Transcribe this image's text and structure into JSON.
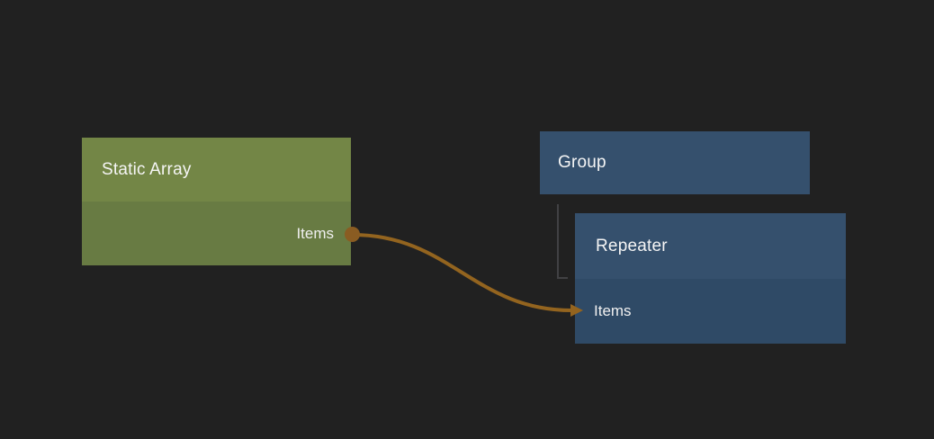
{
  "canvas": {
    "background_color": "#212121",
    "wire_color": "#93641f",
    "port_dot_color": "#8a5c22",
    "hierarchy_line_color": "#414144",
    "text_color": "#f5f5f5"
  },
  "nodes": {
    "static_array": {
      "title": "Static Array",
      "header_color": "#738646",
      "body_color": "#687b43",
      "outputs": [
        {
          "label": "Items"
        }
      ]
    },
    "group": {
      "title": "Group",
      "header_color": "#35506d"
    },
    "repeater": {
      "title": "Repeater",
      "header_color": "#35506d",
      "body_color": "#2f4a66",
      "inputs": [
        {
          "label": "Items"
        }
      ]
    }
  },
  "connections": [
    {
      "type": "data-wire",
      "from": "Static Array / Items",
      "to": "Repeater / Items"
    },
    {
      "type": "hierarchy",
      "from": "Group",
      "to": "Repeater"
    }
  ]
}
